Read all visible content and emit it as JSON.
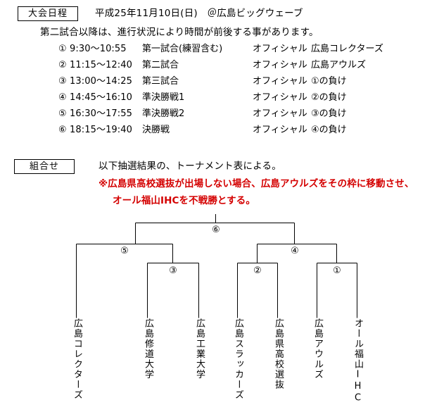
{
  "schedule": {
    "section_label": "大会日程",
    "event_datetime": "平成25年11月10日(日)　＠広島ビッグウェーブ",
    "note": "第二試合以降は、進行状況により時間が前後する事があります。",
    "rows": [
      {
        "no": "①",
        "time": "9:30〜10:55",
        "match": "第一試合(練習含む)",
        "role": "オフィシャル",
        "team": "広島コレクターズ"
      },
      {
        "no": "②",
        "time": "11:15〜12:40",
        "match": "第二試合",
        "role": "オフィシャル",
        "team": "広島アウルズ"
      },
      {
        "no": "③",
        "time": "13:00〜14:25",
        "match": "第三試合",
        "role": "オフィシャル",
        "team": "①の負け"
      },
      {
        "no": "④",
        "time": "14:45〜16:10",
        "match": "準決勝戦1",
        "role": "オフィシャル",
        "team": "②の負け"
      },
      {
        "no": "⑤",
        "time": "16:30〜17:55",
        "match": "準決勝戦2",
        "role": "オフィシャル",
        "team": "③の負け"
      },
      {
        "no": "⑥",
        "time": "18:15〜19:40",
        "match": "決勝戦",
        "role": "オフィシャル",
        "team": "④の負け"
      }
    ]
  },
  "bracket": {
    "section_label": "組合せ",
    "draw_note": "以下抽選結果の、トーナメント表による。",
    "warning_color": "#d40000",
    "warning_line_1": "※広島県高校選抜が出場しない場合、広島アウルズをその枠に移動させ、",
    "warning_line_2": "オール福山IHCを不戦勝とする。",
    "nodes": [
      {
        "id": "final",
        "label": "⑥"
      },
      {
        "id": "semi-left",
        "label": "⑤"
      },
      {
        "id": "semi-right",
        "label": "④"
      },
      {
        "id": "quarter-left",
        "label": "③"
      },
      {
        "id": "quarter-right",
        "label": "②"
      },
      {
        "id": "first-round",
        "label": "①"
      }
    ],
    "teams": [
      "広島コレクターズ",
      "広島修道大学",
      "広島工業大学",
      "広島スラッカーズ",
      "広島県高校選抜",
      "広島アウルズ",
      "オール福山IHC"
    ]
  }
}
